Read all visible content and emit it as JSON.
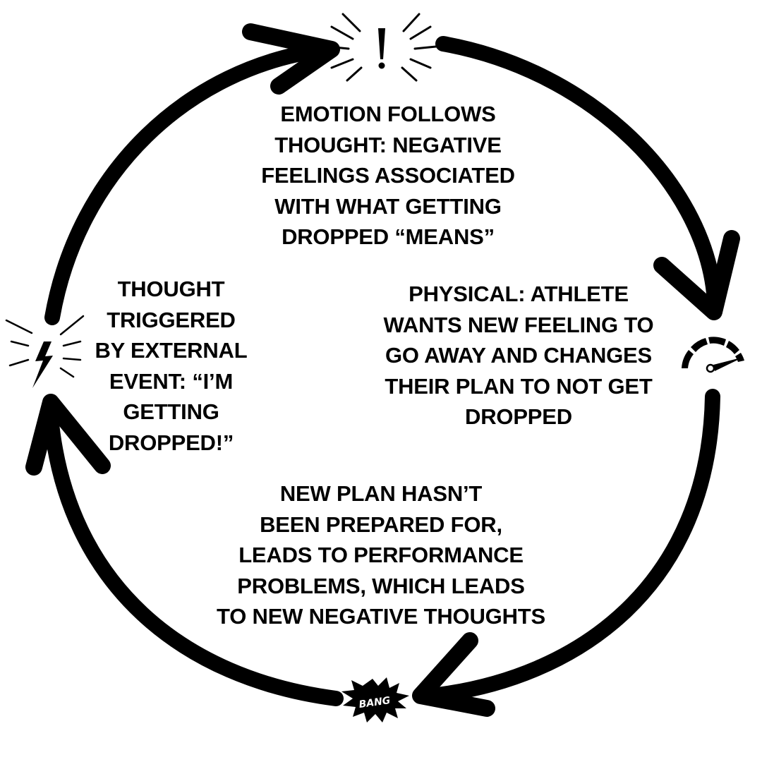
{
  "colors": {
    "ink": "#000000",
    "background": "#ffffff"
  },
  "nodes": {
    "emotion": {
      "icon": "exclamation-burst-icon",
      "lines": [
        "EMOTION FOLLOWS",
        "THOUGHT: NEGATIVE",
        "FEELINGS ASSOCIATED",
        "WITH WHAT GETTING",
        "DROPPED “MEANS”"
      ]
    },
    "physical": {
      "icon": "speedometer-gauge-icon",
      "lines": [
        "PHYSICAL: ATHLETE",
        "WANTS NEW FEELING TO",
        "GO AWAY AND CHANGES",
        "THEIR PLAN TO NOT GET",
        "DROPPED"
      ]
    },
    "plan": {
      "icon": "bang-burst-icon",
      "bang_label": "BANG",
      "lines": [
        "NEW PLAN HASN’T",
        "BEEN PREPARED FOR,",
        "LEADS TO PERFORMANCE",
        "PROBLEMS, WHICH LEADS",
        "TO NEW NEGATIVE THOUGHTS"
      ]
    },
    "thought": {
      "icon": "lightning-bolt-icon",
      "lines": [
        "THOUGHT",
        "TRIGGERED",
        "BY EXTERNAL",
        "EVENT: “I’M",
        "GETTING",
        "DROPPED!”"
      ]
    }
  }
}
